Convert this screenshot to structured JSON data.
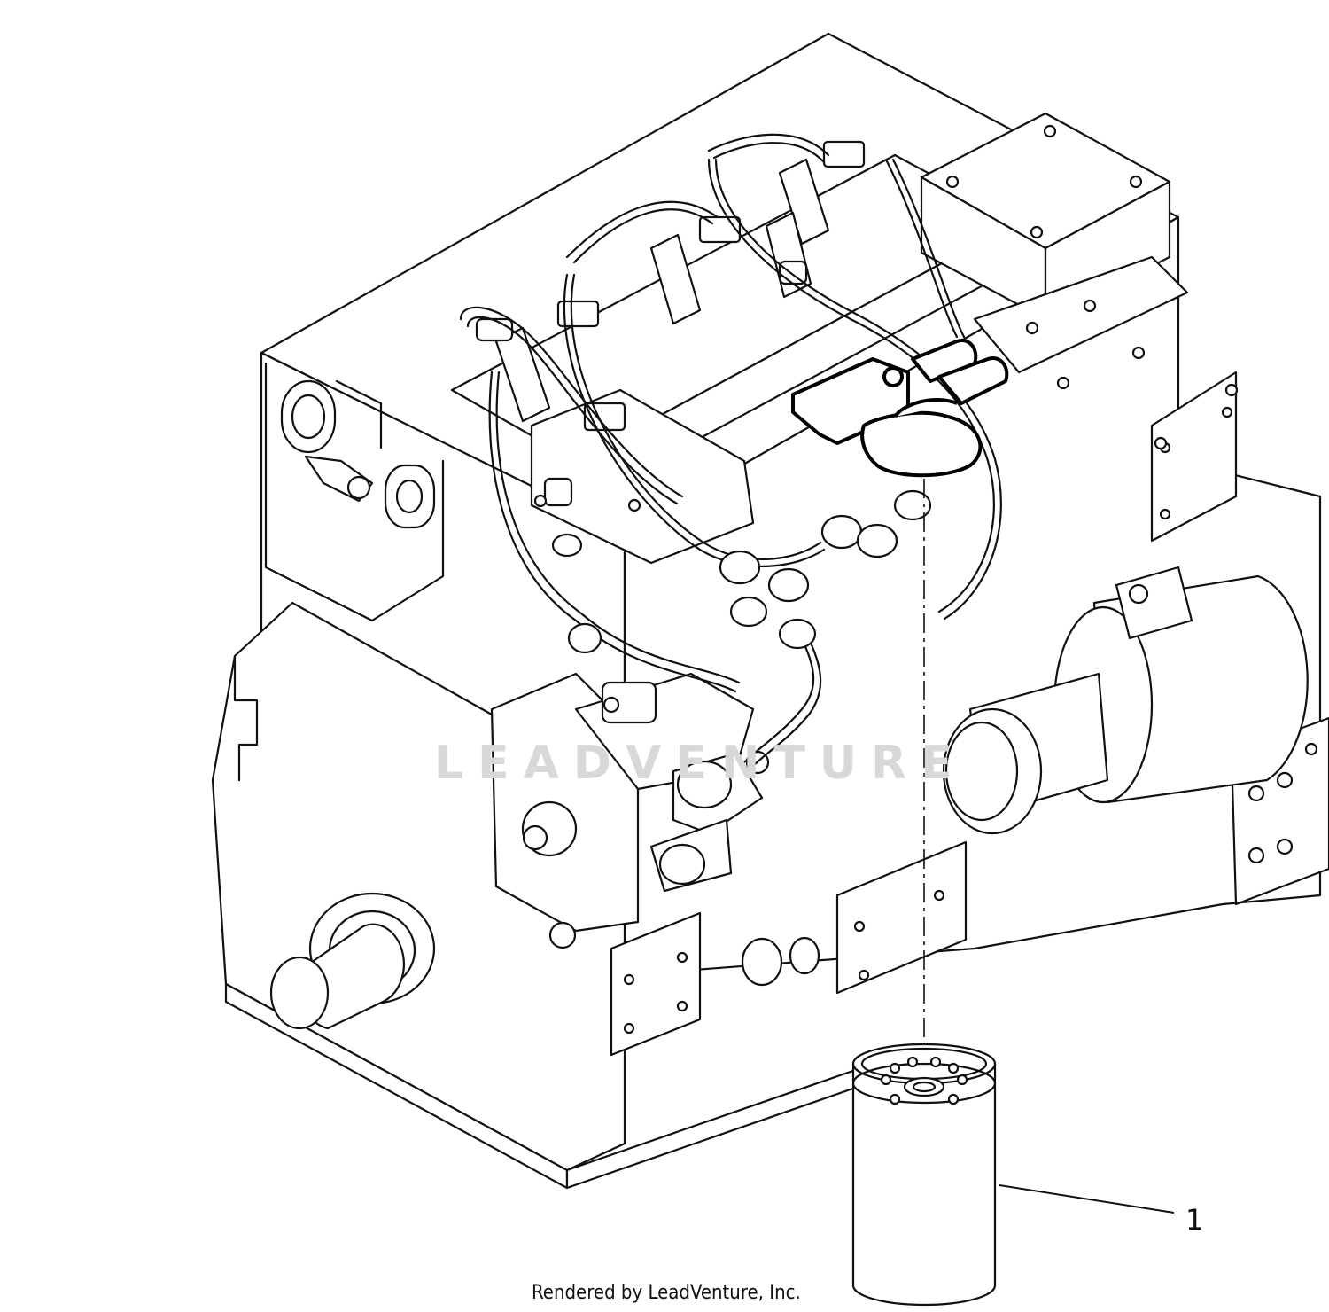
{
  "diagram": {
    "callouts": [
      {
        "number": "1",
        "part": "fuel-filter-element"
      }
    ],
    "watermark": "LEADVENTURE",
    "credit": "Rendered by LeadVenture, Inc.",
    "colors": {
      "line": "#111111",
      "background": "#ffffff",
      "watermark": "#d8d8d8"
    }
  }
}
